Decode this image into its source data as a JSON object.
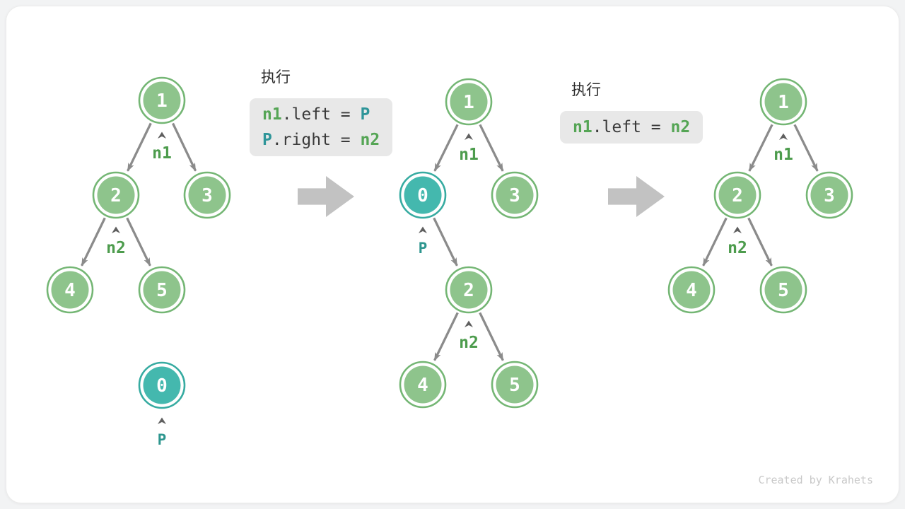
{
  "figure": {
    "description_label": "binary-tree-insert-remove-node-diagram"
  },
  "palette": {
    "node_green_fill": "#8ec48c",
    "node_green_stroke": "#74b674",
    "node_teal_fill": "#44b8ae",
    "node_teal_stroke": "#36aba1",
    "edge_gray": "#8b8b8b",
    "label_green": "#4d9c4d",
    "label_teal": "#2e968f",
    "code_box_bg": "#e8e8e8",
    "code_text": "#3a3a3a",
    "code_green": "#55a555",
    "code_teal": "#2e9599",
    "step_arrow_gray": "#c2c2c2",
    "watermark_gray": "#c9c9c9",
    "card_bg": "#ffffff",
    "page_bg": "#f2f3f4"
  },
  "trees": {
    "left": {
      "node_root": "1",
      "node_l": "2",
      "node_r": "3",
      "node_ll": "4",
      "node_lr": "5",
      "label_n1": "n1",
      "label_n2": "n2",
      "detached_node": "0",
      "detached_label": "P"
    },
    "middle": {
      "node_root": "1",
      "node_l": "0",
      "node_r": "3",
      "node_m": "2",
      "node_ml": "4",
      "node_mr": "5",
      "label_n1": "n1",
      "label_p": "P",
      "label_n2": "n2"
    },
    "right": {
      "node_root": "1",
      "node_l": "2",
      "node_r": "3",
      "node_ll": "4",
      "node_lr": "5",
      "label_n1": "n1",
      "label_n2": "n2"
    }
  },
  "code1": {
    "title": "执行",
    "line1_t1": "n1",
    "line1_t2": ".left = ",
    "line1_t3": "P",
    "line2_t1": "P",
    "line2_t2": ".right = ",
    "line2_t3": "n2"
  },
  "code2": {
    "title": "执行",
    "line1_t1": "n1",
    "line1_t2": ".left = ",
    "line1_t3": "n2"
  },
  "watermark": "Created by Krahets"
}
